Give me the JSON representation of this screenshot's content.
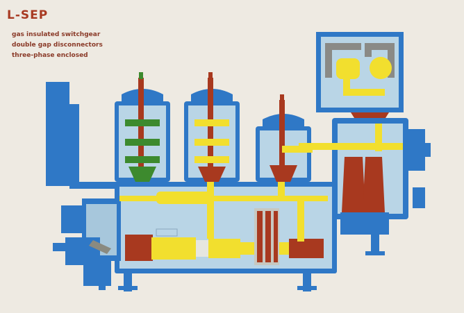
{
  "title": "L-SEP",
  "subtitle_lines": [
    "gas insulated switchgear",
    "double gap disconnectors",
    "three-phase enclosed"
  ],
  "colors": {
    "background": "#eeeae2",
    "enclosure": "#2f78c6",
    "gas_fill": "#b9d5e6",
    "conductor": "#f2df2e",
    "insulator": "#a8391f",
    "green_phase": "#3d8a2e",
    "title": "#a83a22"
  }
}
